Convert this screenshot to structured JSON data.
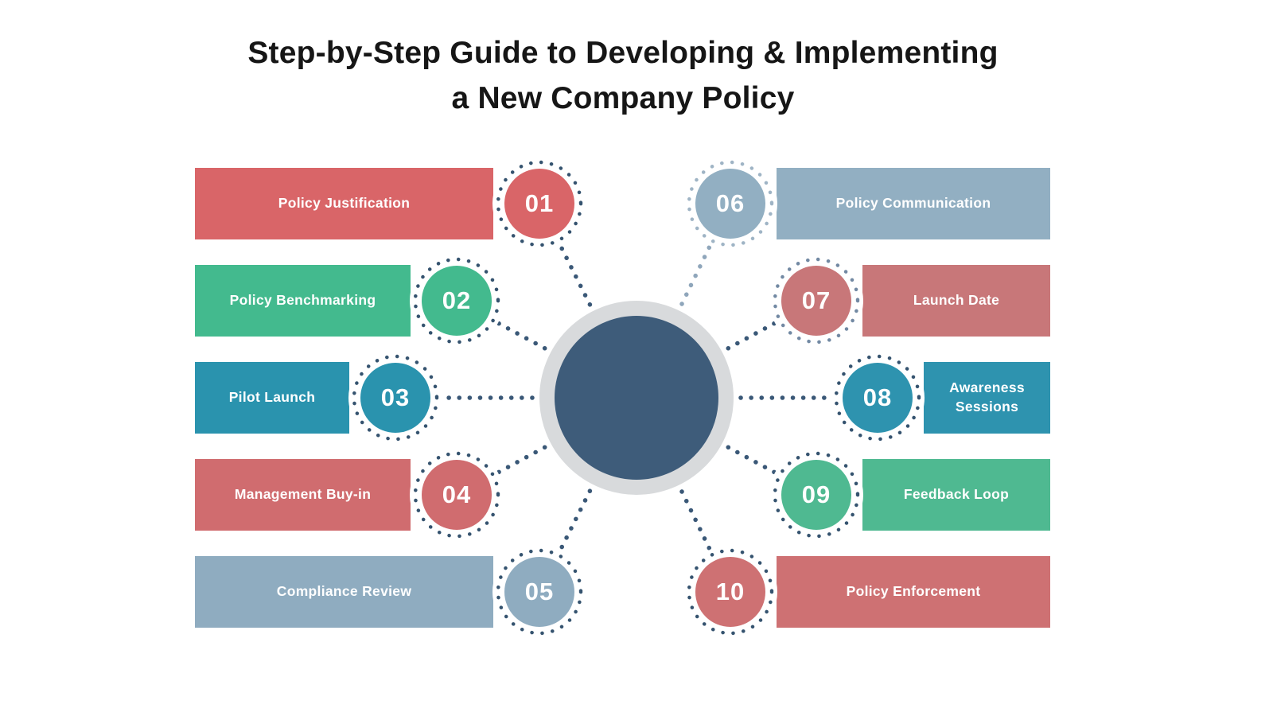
{
  "title": {
    "line1": "Step-by-Step Guide to Developing & Implementing",
    "line2": "a New Company Policy"
  },
  "hub": {
    "fill_color": "#3E5C7A",
    "ring_color": "#D8DADC"
  },
  "steps": [
    {
      "number": "01",
      "label": "Policy Justification",
      "color": "#D96568",
      "ring_color": "#35536F",
      "line_color": "#3A5877",
      "side": "left"
    },
    {
      "number": "02",
      "label": "Policy Benchmarking",
      "color": "#43BA8E",
      "ring_color": "#35536F",
      "line_color": "#3A5877",
      "side": "left"
    },
    {
      "number": "03",
      "label": "Pilot Launch",
      "color": "#2A93AE",
      "ring_color": "#35536F",
      "line_color": "#3A5877",
      "side": "left"
    },
    {
      "number": "04",
      "label": "Management Buy-in",
      "color": "#D06C6F",
      "ring_color": "#35536F",
      "line_color": "#3A5877",
      "side": "left"
    },
    {
      "number": "05",
      "label": "Compliance Review",
      "color": "#8FACC0",
      "ring_color": "#35536F",
      "line_color": "#3A5877",
      "side": "left"
    },
    {
      "number": "06",
      "label": "Policy Communication",
      "color": "#92AFC2",
      "ring_color": "#9FB4C5",
      "line_color": "#8FA6BB",
      "side": "right"
    },
    {
      "number": "07",
      "label": "Launch Date",
      "color": "#C87779",
      "ring_color": "#7289A3",
      "line_color": "#3A5877",
      "side": "right"
    },
    {
      "number": "08",
      "label": "Awareness Sessions",
      "color": "#2E93AF",
      "ring_color": "#35536F",
      "line_color": "#3A5877",
      "side": "right"
    },
    {
      "number": "09",
      "label": "Feedback Loop",
      "color": "#4FB991",
      "ring_color": "#35536F",
      "line_color": "#3A5877",
      "side": "right"
    },
    {
      "number": "10",
      "label": "Policy Enforcement",
      "color": "#CE7173",
      "ring_color": "#35536F",
      "line_color": "#3A5877",
      "side": "right"
    }
  ]
}
